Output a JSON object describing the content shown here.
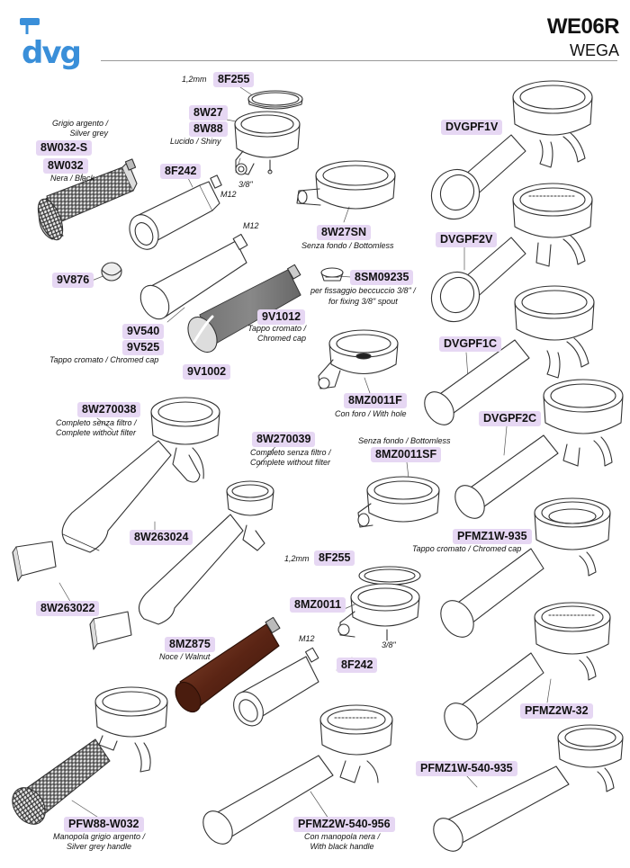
{
  "header": {
    "logo_text": "dvg",
    "model": "WE06R",
    "brand": "WEGA"
  },
  "colors": {
    "tag_bg": "#e6d7f3",
    "logo_blue": "#3a8fd9",
    "walnut": "#6b2f1d",
    "grey_handle": "#9a9a9a"
  },
  "parts": [
    {
      "code": "8F255"
    },
    {
      "code": "8W27"
    },
    {
      "code": "8W88"
    },
    {
      "code": "8W032-S"
    },
    {
      "code": "8W032"
    },
    {
      "code": "8F242"
    },
    {
      "code": "8W27SN"
    },
    {
      "code": "DVGPF1V"
    },
    {
      "code": "DVGPF2V"
    },
    {
      "code": "9V876"
    },
    {
      "code": "8SM09235"
    },
    {
      "code": "9V540"
    },
    {
      "code": "9V525"
    },
    {
      "code": "9V1012"
    },
    {
      "code": "9V1002"
    },
    {
      "code": "DVGPF1C"
    },
    {
      "code": "8MZ0011F"
    },
    {
      "code": "8W270038"
    },
    {
      "code": "DVGPF2C"
    },
    {
      "code": "8W270039"
    },
    {
      "code": "8MZ0011SF"
    },
    {
      "code": "8W263024"
    },
    {
      "code": "PFMZ1W-935"
    },
    {
      "code": "8F255"
    },
    {
      "code": "8W263022"
    },
    {
      "code": "8MZ0011"
    },
    {
      "code": "8MZ875"
    },
    {
      "code": "8F242"
    },
    {
      "code": "PFMZ2W-32"
    },
    {
      "code": "PFMZ1W-540-935"
    },
    {
      "code": "PFW88-W032"
    },
    {
      "code": "PFMZ2W-540-956"
    }
  ],
  "captions": {
    "mm_1": "1,2mm",
    "lucido": "Lucido / Shiny",
    "grigio": "Grigio argento /",
    "silver": "Silver grey",
    "nera": "Nera / Black",
    "m12_a": "M12",
    "m12_b": "M12",
    "inch_a": "3/8\"",
    "senza_fondo": "Senza fondo / Bottomless",
    "fissaggio_1": "per fissaggio beccuccio 3/8\" /",
    "fissaggio_2": "for fixing 3/8\" spout",
    "tappo_1": "Tappo cromato /",
    "tappo_2": "Chromed cap",
    "tappo_full": "Tappo cromato / Chromed cap",
    "con_foro": "Con foro / With hole",
    "completo_1": "Completo senza filtro /",
    "completo_2": "Complete without filter",
    "completo_3": "Completo senza filtro /",
    "completo_4": "Complete without filter",
    "senza_fondo_2": "Senza fondo / Bottomless",
    "tappo_pfmz": "Tappo cromato / Chromed cap",
    "mm_2": "1,2mm",
    "inch_b": "3/8\"",
    "noce": "Noce / Walnut",
    "m12_c": "M12",
    "manopola_1": "Manopola grigio argento /",
    "manopola_2": "Silver grey handle",
    "con_manopola_1": "Con manopola nera /",
    "con_manopola_2": "With black handle"
  }
}
